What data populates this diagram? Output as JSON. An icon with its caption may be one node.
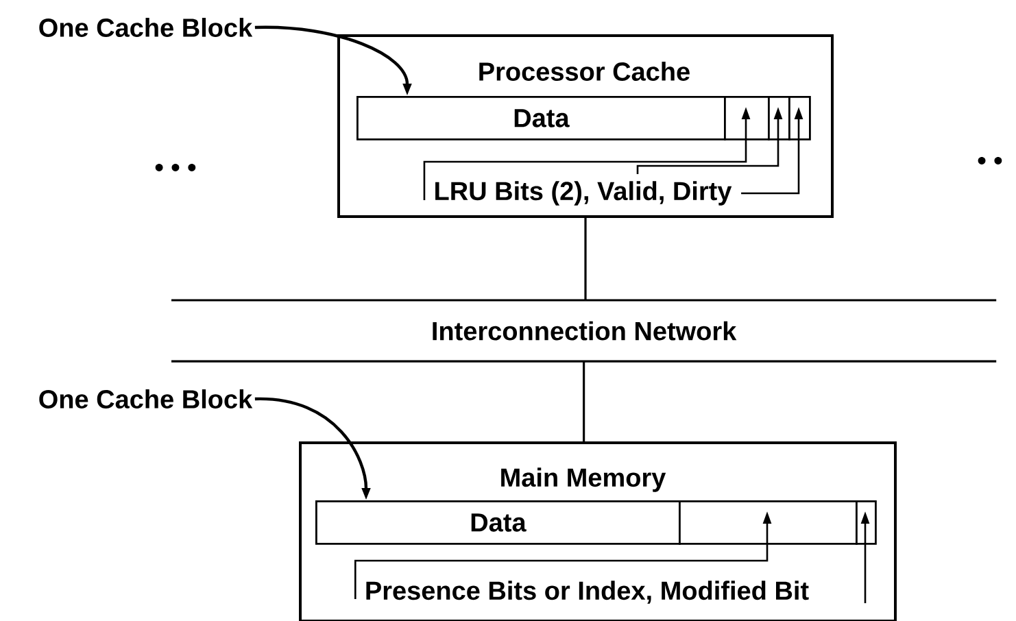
{
  "diagram": {
    "nodes": [
      {
        "text": [
          "Processor Cache"
        ]
      },
      {
        "text": [
          "Data"
        ],
        "in": 0
      },
      {
        "text": [],
        "shape": "box",
        "in": 0
      },
      {
        "text": [],
        "shape": "box",
        "in": 0
      },
      {
        "text": [],
        "shape": "box",
        "in": 0
      },
      {
        "text": [
          "LRU Bits (2), Valid, Dirty"
        ],
        "in": 0
      },
      {
        "text": [
          "One Cache Block"
        ]
      },
      {
        "text": [
          "Interconnection Network"
        ]
      },
      {
        "text": [
          "One Cache Block"
        ]
      },
      {
        "text": [
          "Main Memory"
        ]
      },
      {
        "text": [
          "Data"
        ],
        "in": 9
      },
      {
        "text": [],
        "shape": "box",
        "in": 9
      },
      {
        "text": [],
        "shape": "box",
        "in": 9
      },
      {
        "text": [
          "Presence Bits or Index, Modified Bit"
        ],
        "in": 9
      }
    ],
    "edges": [
      {
        "from": 6,
        "to": 1,
        "arrow": "to"
      },
      {
        "from": 5,
        "to": 2,
        "arrow": "to"
      },
      {
        "from": 5,
        "to": 3,
        "arrow": "to"
      },
      {
        "from": 5,
        "to": 4,
        "arrow": "to"
      },
      {
        "from": 0,
        "to": 7,
        "arrow": "none"
      },
      {
        "from": 7,
        "to": 9,
        "arrow": "none"
      },
      {
        "from": 8,
        "to": 10,
        "arrow": "to"
      },
      {
        "from": 13,
        "to": 11,
        "arrow": "to"
      },
      {
        "from": 13,
        "to": 12,
        "arrow": "to"
      }
    ],
    "labels": [
      "• • •",
      "• •"
    ]
  }
}
